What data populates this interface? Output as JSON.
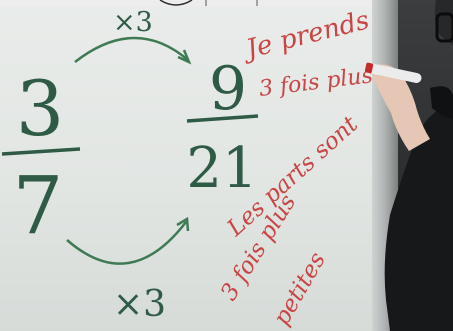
{
  "board": {
    "multiplier_top": "×3",
    "multiplier_bottom": "×3",
    "fraction_left": {
      "numerator": "3",
      "denominator": "7"
    },
    "fraction_right": {
      "numerator": "9",
      "denominator": "21"
    },
    "note_top": [
      "Je prends",
      "3 fois plus"
    ],
    "note_bottom": [
      "Les parts sont",
      "3 fois plus",
      "petites"
    ]
  },
  "colors": {
    "whiteboard": "#e6e9e7",
    "green_ink": "#2f5b46",
    "red_ink": "#c94444",
    "sweater": "#16181a"
  }
}
